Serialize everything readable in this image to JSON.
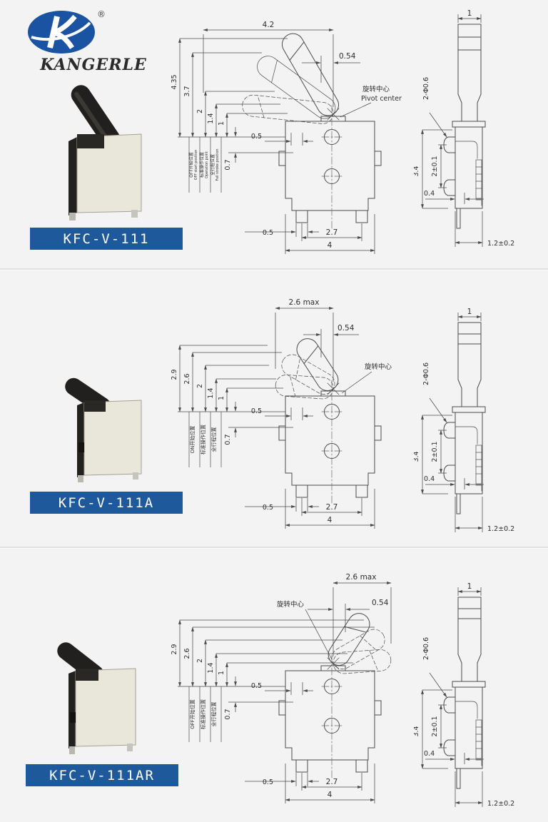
{
  "brand": {
    "name": "KANGERLE",
    "registered_mark": "®",
    "logo_monogram": "K"
  },
  "theme": {
    "label_bar_color": "#1e5a9b",
    "label_text_color": "#ffffff",
    "logo_blue": "#1a53a1",
    "line_color": "#4b4b4b",
    "background": "#f3f3f4"
  },
  "sections": [
    {
      "model": "KFC-V-111",
      "front": {
        "top_width": "4.2",
        "lever_offset": "0.54",
        "pivot_label_cn": "旋转中心",
        "pivot_label_en": "Pivot center",
        "v_dims": [
          "4.35",
          "3.7",
          "2",
          "1.4",
          "1"
        ],
        "gap_dim": "0.5",
        "overtravel_dim": "0.7",
        "position_labels": [
          {
            "cn": "OFF开始位置",
            "en": "OFF start position"
          },
          {
            "cn": "标准操作位置",
            "en": "Operation point"
          },
          {
            "cn": "全行程位置",
            "en": "Full stroke position"
          }
        ],
        "peg_offset": "0.5",
        "peg_pitch": "2.7",
        "body_width": "4"
      },
      "side": {
        "lever_width": "1",
        "pin_holes": "2-Φ0.6",
        "body_height": "3.4",
        "pin_pitch": "2±0.1",
        "pin_offset": "0.4",
        "body_depth": "1.2±0.2"
      }
    },
    {
      "model": "KFC-V-111A",
      "front": {
        "top_width": "2.6 max",
        "lever_offset": "0.54",
        "pivot_label_cn": "旋转中心",
        "v_dims": [
          "2.9",
          "2.6",
          "2",
          "1.4",
          "1"
        ],
        "gap_dim": "0.5",
        "overtravel_dim": "0.7",
        "position_labels": [
          {
            "cn": "ON开始位置"
          },
          {
            "cn": "标准操作位置"
          },
          {
            "cn": "全行程位置"
          }
        ],
        "peg_offset": "0.5",
        "peg_pitch": "2.7",
        "body_width": "4"
      },
      "side": {
        "lever_width": "1",
        "pin_holes": "2-Φ0.6",
        "body_height": "3.4",
        "pin_pitch": "2±0.1",
        "pin_offset": "0.4",
        "body_depth": "1.2±0.2"
      }
    },
    {
      "model": "KFC-V-111AR",
      "front": {
        "top_width": "2.6 max",
        "lever_offset": "0.54",
        "pivot_label_cn": "旋转中心",
        "v_dims": [
          "2.9",
          "2.6",
          "2",
          "1.4",
          "1"
        ],
        "gap_dim": "0.5",
        "overtravel_dim": "0.7",
        "position_labels": [
          {
            "cn": "OFF开始位置"
          },
          {
            "cn": "标准操作位置"
          },
          {
            "cn": "全行程位置"
          }
        ],
        "peg_offset": "0.5",
        "peg_pitch": "2.7",
        "body_width": "4"
      },
      "side": {
        "lever_width": "1",
        "pin_holes": "2-Φ0.6",
        "body_height": "3.4",
        "pin_pitch": "2±0.1",
        "pin_offset": "0.4",
        "body_depth": "1.2±0.2"
      }
    }
  ]
}
